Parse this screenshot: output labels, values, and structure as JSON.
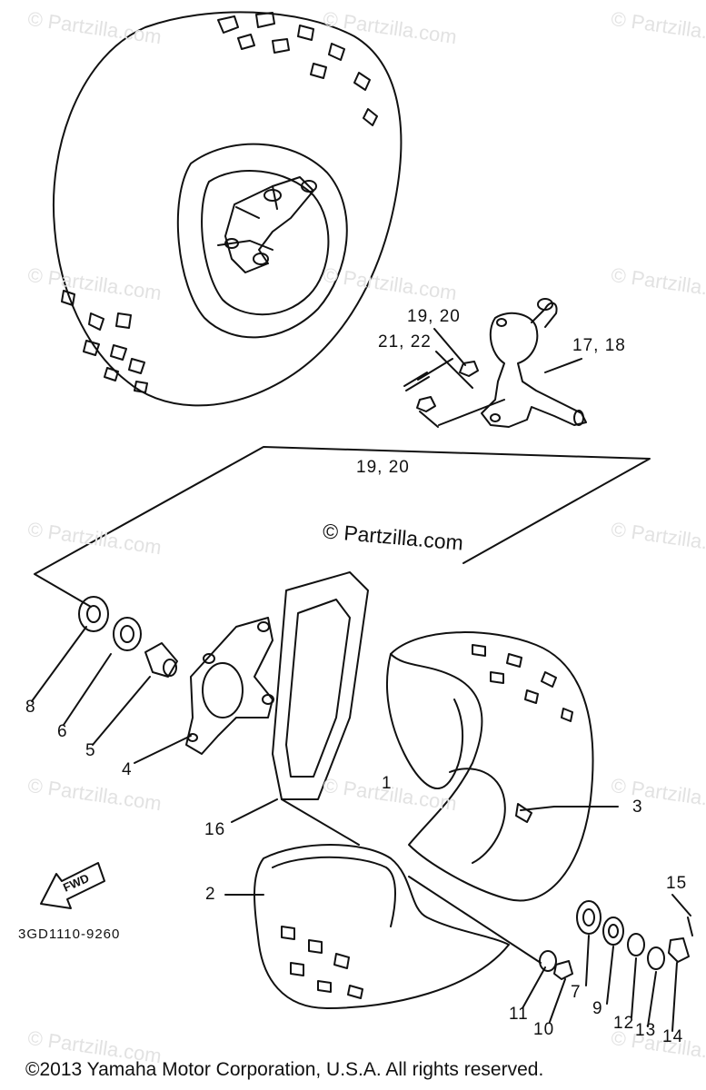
{
  "watermarks": [
    "© Partzilla.com",
    "© Partzilla.com",
    "© Partzilla.com",
    "© Partzilla.com",
    "© Partzilla.com",
    "© Partzilla.com",
    "© Partzilla.com",
    "© Partzilla.com",
    "© Partzilla.com",
    "© Partzilla.com",
    "© Partzilla.com",
    "© Partzilla.com",
    "© Partzilla.com"
  ],
  "center_watermark": "© Partzilla.com",
  "fwd_arrow_label": "FWD",
  "diagram_code": "3GD1110-9260",
  "copyright": "©2013 Yamaha Motor Corporation, U.S.A. All rights reserved.",
  "callouts": {
    "c1": "1",
    "c2": "2",
    "c3": "3",
    "c4": "4",
    "c5": "5",
    "c6": "6",
    "c7": "7",
    "c8": "8",
    "c9": "9",
    "c10": "10",
    "c11": "11",
    "c12": "12",
    "c13": "13",
    "c14": "14",
    "c15": "15",
    "c16": "16",
    "c17_18": "17, 18",
    "c19_20_top": "19, 20",
    "c19_20_bottom": "19, 20",
    "c21_22": "21, 22"
  }
}
